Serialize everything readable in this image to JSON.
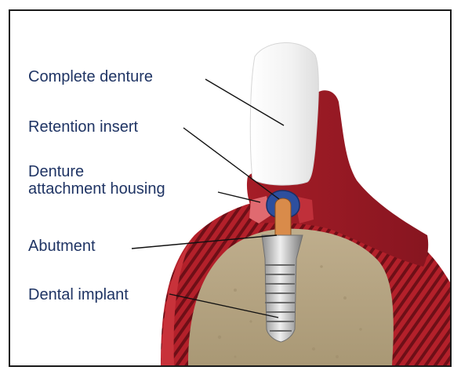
{
  "labels": {
    "complete_denture": "Complete denture",
    "retention_insert": "Retention insert",
    "housing_line1": "Denture",
    "housing_line2": "attachment housing",
    "abutment": "Abutment",
    "dental_implant": "Dental implant"
  },
  "colors": {
    "label_text": "#1f3464",
    "gum": "#b3202a",
    "denture_base": "#9b1b25",
    "tooth": "#f4f4f4",
    "bone": "#b9a98a",
    "implant": "#c8c8c8",
    "insert": "#2d4f9e",
    "leader_line": "#111111"
  }
}
